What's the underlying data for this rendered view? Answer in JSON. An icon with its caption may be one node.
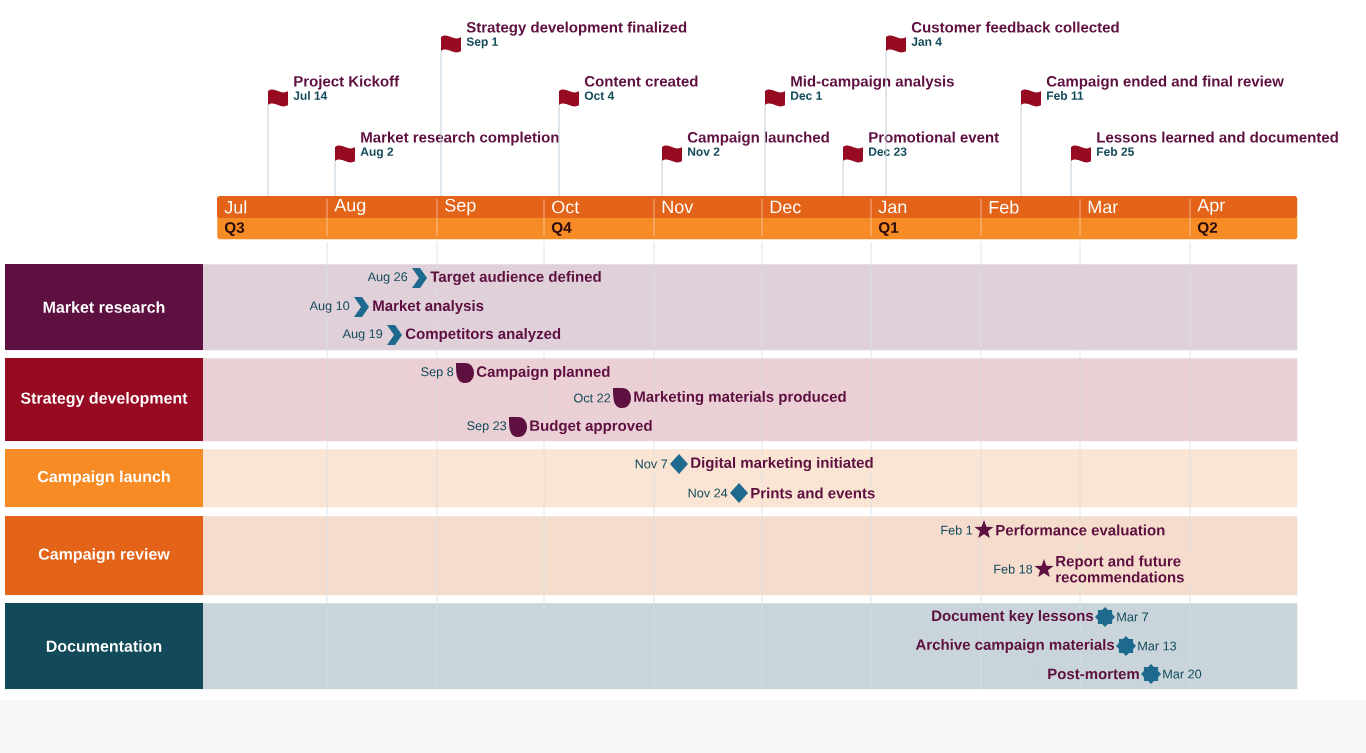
{
  "diagram": {
    "nodes": [
      {
        "text": [
          "Project Kickoff",
          "Jul 14"
        ]
      },
      {
        "text": [
          "Market research completion",
          "Aug 2"
        ]
      },
      {
        "text": [
          "Strategy development finalized",
          "Sep 1"
        ]
      },
      {
        "text": [
          "Content created",
          "Oct 4"
        ]
      },
      {
        "text": [
          "Campaign launched",
          "Nov 2"
        ]
      },
      {
        "text": [
          "Mid-campaign analysis",
          "Dec 1"
        ]
      },
      {
        "text": [
          "Promotional event",
          "Dec 23"
        ]
      },
      {
        "text": [
          "Customer feedback collected",
          "Jan 4"
        ]
      },
      {
        "text": [
          "Campaign ended and final review",
          "Feb 11"
        ]
      },
      {
        "text": [
          "Lessons learned and documented",
          "Feb 25"
        ]
      },
      {
        "text": [
          "Market research"
        ]
      },
      {
        "text": [
          "Aug 26",
          "Target audience defined"
        ],
        "in": 10
      },
      {
        "text": [
          "Aug 10",
          "Market analysis"
        ],
        "in": 10
      },
      {
        "text": [
          "Aug 19",
          "Competitors analyzed"
        ],
        "in": 10
      },
      {
        "text": [
          "Strategy development"
        ]
      },
      {
        "text": [
          "Sep 8",
          "Campaign planned"
        ],
        "in": 14
      },
      {
        "text": [
          "Oct 22",
          "Marketing materials produced"
        ],
        "in": 14
      },
      {
        "text": [
          "Sep 23",
          "Budget approved"
        ],
        "in": 14
      },
      {
        "text": [
          "Campaign launch"
        ]
      },
      {
        "text": [
          "Nov 7",
          "Digital marketing initiated"
        ],
        "in": 18
      },
      {
        "text": [
          "Nov 24",
          "Prints and events"
        ],
        "in": 18
      },
      {
        "text": [
          "Campaign review"
        ]
      },
      {
        "text": [
          "Feb 1",
          "Performance evaluation"
        ],
        "in": 21
      },
      {
        "text": [
          "Feb 18",
          "Report and future recommendations"
        ],
        "in": 21
      },
      {
        "text": [
          "Documentation"
        ]
      },
      {
        "text": [
          "Document key lessons",
          "Mar 7"
        ],
        "in": 24
      },
      {
        "text": [
          "Archive campaign materials",
          "Mar 13"
        ],
        "in": 24
      },
      {
        "text": [
          "Post-mortem",
          "Mar 20"
        ],
        "in": 24
      },
      {
        "text": [],
        "shape": "bar"
      }
    ],
    "edges": [
      {
        "from": 0,
        "to": 28,
        "arrow": "none"
      },
      {
        "from": 1,
        "to": 28,
        "arrow": "none"
      },
      {
        "from": 2,
        "to": 28,
        "arrow": "none"
      },
      {
        "from": 3,
        "to": 28,
        "arrow": "none"
      },
      {
        "from": 4,
        "to": 28,
        "arrow": "none"
      },
      {
        "from": 5,
        "to": 28,
        "arrow": "none"
      },
      {
        "from": 6,
        "to": 28,
        "arrow": "none"
      },
      {
        "from": 7,
        "to": 28,
        "arrow": "none"
      },
      {
        "from": 8,
        "to": 28,
        "arrow": "none"
      },
      {
        "from": 9,
        "to": 28,
        "arrow": "none"
      }
    ],
    "labels": [
      "Jul",
      "Aug",
      "Sep",
      "Oct",
      "Nov",
      "Dec",
      "Jan",
      "Feb",
      "Mar",
      "Apr",
      "Q3",
      "Q4",
      "Q1",
      "Q2"
    ]
  }
}
